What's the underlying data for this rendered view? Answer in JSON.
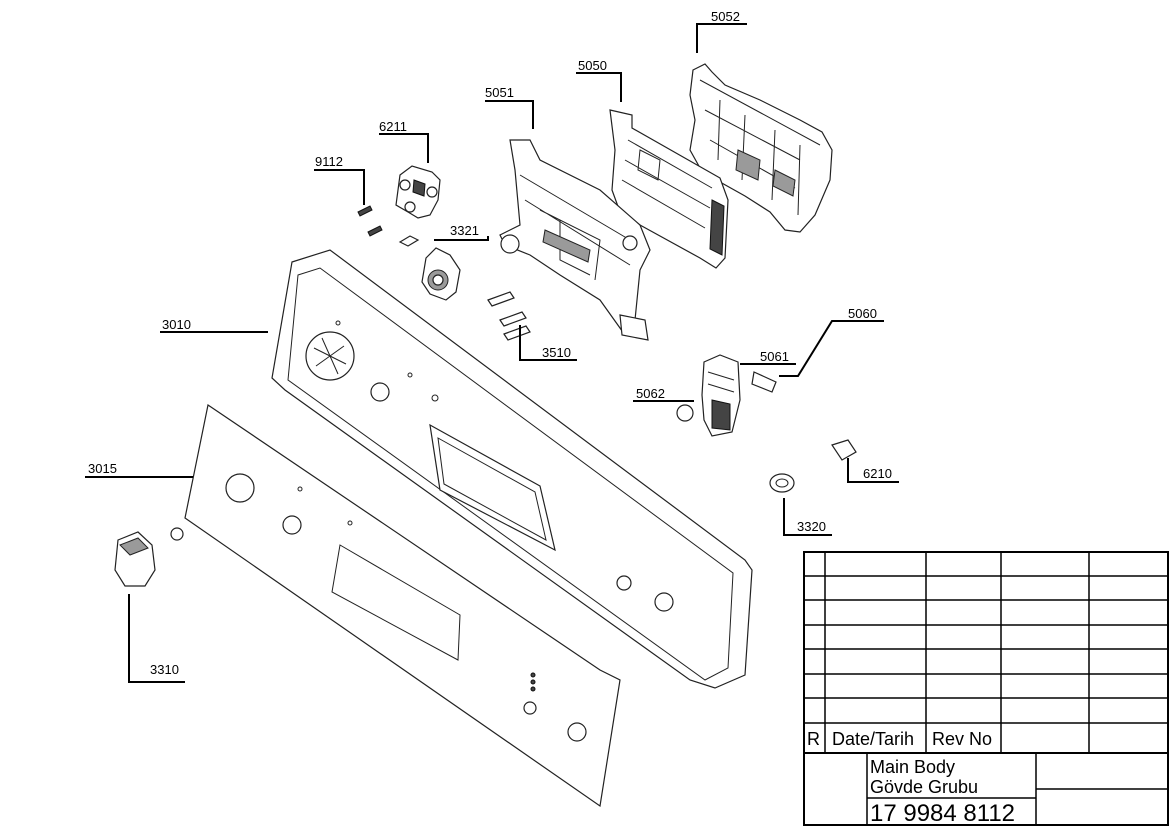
{
  "callouts": {
    "c5052": "5052",
    "c5050": "5050",
    "c5051": "5051",
    "c6211": "6211",
    "c9112": "9112",
    "c3321": "3321",
    "c3010": "3010",
    "c3510": "3510",
    "c5060": "5060",
    "c5061": "5061",
    "c5062": "5062",
    "c3015": "3015",
    "c6210": "6210",
    "c3320": "3320",
    "c3310": "3310"
  },
  "title_block": {
    "rev_col": "R",
    "date_col": "Date/Tarih",
    "revno_col": "Rev No",
    "title_en": "Main Body",
    "title_tr": "Gövde Grubu",
    "drawing_number": "17 9984 8112"
  }
}
